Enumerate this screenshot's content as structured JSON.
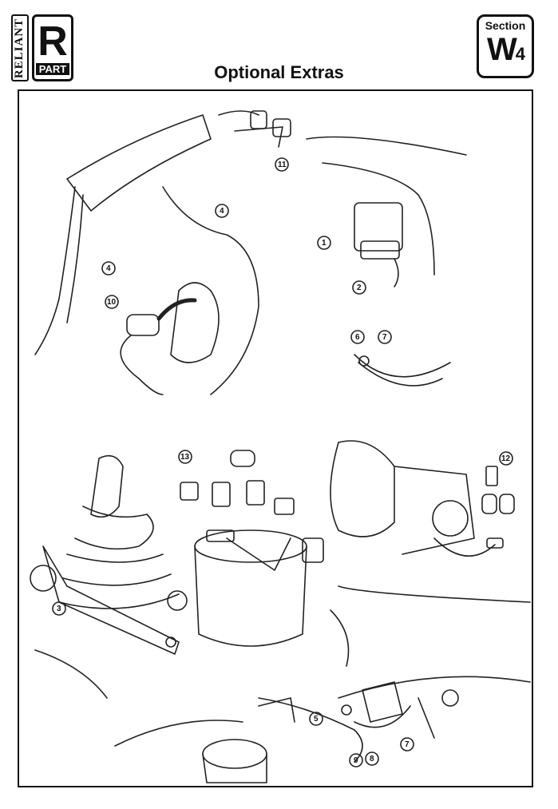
{
  "header": {
    "logo_vertical_text": "RELIANT",
    "logo_letter": "R",
    "logo_sub": "PART",
    "section_word": "Section",
    "section_code_letter": "W",
    "section_code_number": "4",
    "title": "Optional Extras"
  },
  "figure": {
    "callouts": [
      {
        "label": "11"
      },
      {
        "label": "4"
      },
      {
        "label": "4"
      },
      {
        "label": "10"
      },
      {
        "label": "1"
      },
      {
        "label": "2"
      },
      {
        "label": "6"
      },
      {
        "label": "7"
      },
      {
        "label": "13"
      },
      {
        "label": "12"
      },
      {
        "label": "3"
      },
      {
        "label": "5"
      },
      {
        "label": "9"
      },
      {
        "label": "8"
      },
      {
        "label": "7"
      }
    ]
  }
}
